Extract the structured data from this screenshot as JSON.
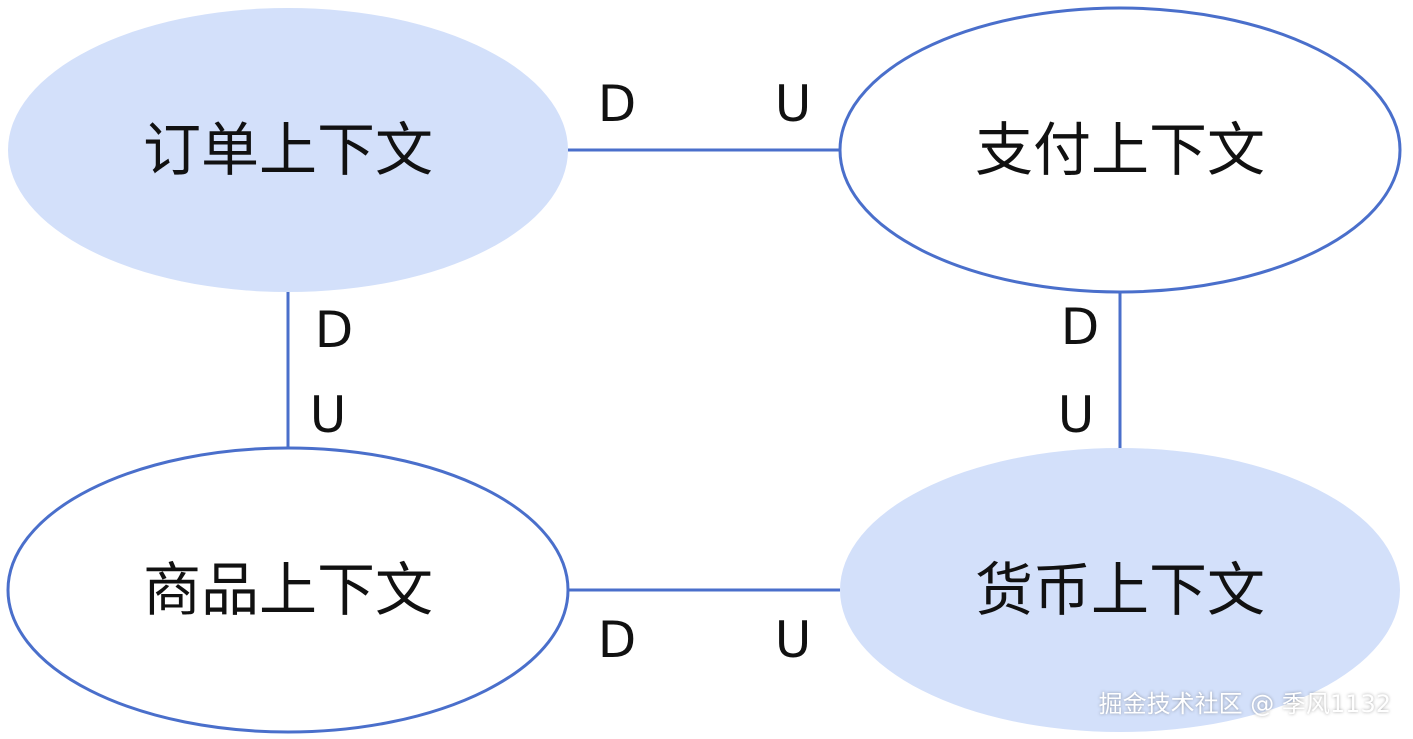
{
  "diagram": {
    "colors": {
      "stroke": "#4a6fcb",
      "filled": "#d3e0fa",
      "empty": "#ffffff",
      "text": "#111111"
    },
    "nodes": [
      {
        "id": "order",
        "label": "订单上下文",
        "filled": true
      },
      {
        "id": "payment",
        "label": "支付上下文",
        "filled": false
      },
      {
        "id": "product",
        "label": "商品上下文",
        "filled": false
      },
      {
        "id": "currency",
        "label": "货币上下文",
        "filled": true
      }
    ],
    "edges": [
      {
        "from": "order",
        "to": "payment",
        "labels": [
          "D",
          "U"
        ]
      },
      {
        "from": "order",
        "to": "product",
        "labels": [
          "D",
          "U"
        ]
      },
      {
        "from": "payment",
        "to": "currency",
        "labels": [
          "D",
          "U"
        ]
      },
      {
        "from": "product",
        "to": "currency",
        "labels": [
          "D",
          "U"
        ]
      }
    ]
  },
  "watermark": "掘金技术社区 @ 季风1132"
}
